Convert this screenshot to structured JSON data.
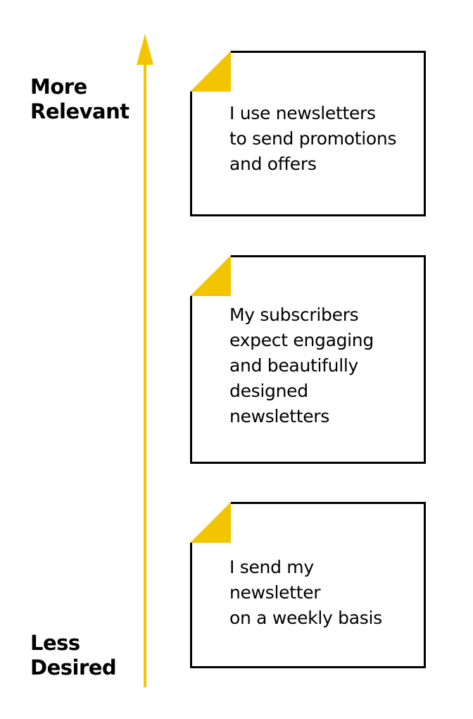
{
  "axis": {
    "top_label_line1": "More",
    "top_label_line2": "Relevant",
    "bottom_label_line1": "Less",
    "bottom_label_line2": "Desired",
    "color": "#F2C500"
  },
  "cards": [
    {
      "text": "I use newsletters\nto send promotions\nand offers"
    },
    {
      "text": "My subscribers\nexpect engaging\nand beautifully\ndesigned\nnewsletters"
    },
    {
      "text": "I send my\nnewsletter\non a weekly basis"
    }
  ],
  "colors": {
    "accent": "#F2C500",
    "border": "#000000",
    "text": "#000000",
    "background": "#FFFFFF"
  }
}
